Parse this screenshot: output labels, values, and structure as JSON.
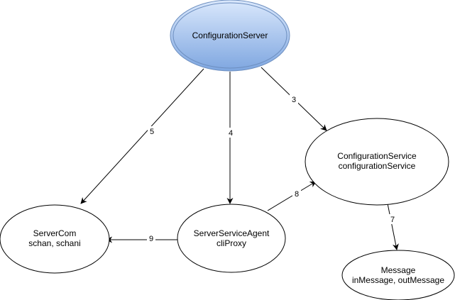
{
  "colors": {
    "primary_fill_top": "#dae8fc",
    "primary_fill_bottom": "#7ea6e0",
    "primary_stroke": "#6c8ebf",
    "stroke": "#000000",
    "background": "#ffffff"
  },
  "nodes": {
    "configuration_server": {
      "lines": [
        "ConfigurationServer"
      ]
    },
    "configuration_service": {
      "lines": [
        "ConfigurationService",
        "configurationService"
      ]
    },
    "server_com": {
      "lines": [
        "ServerCom",
        "schan, schani"
      ]
    },
    "server_service_agent": {
      "lines": [
        "ServerServiceAgent",
        "cliProxy"
      ]
    },
    "message": {
      "lines": [
        "Message",
        "inMessage, outMessage"
      ]
    }
  },
  "edges": {
    "e3": {
      "label": "3"
    },
    "e4": {
      "label": "4"
    },
    "e5": {
      "label": "5"
    },
    "e7": {
      "label": "7"
    },
    "e8": {
      "label": "8"
    },
    "e9": {
      "label": "9"
    }
  }
}
